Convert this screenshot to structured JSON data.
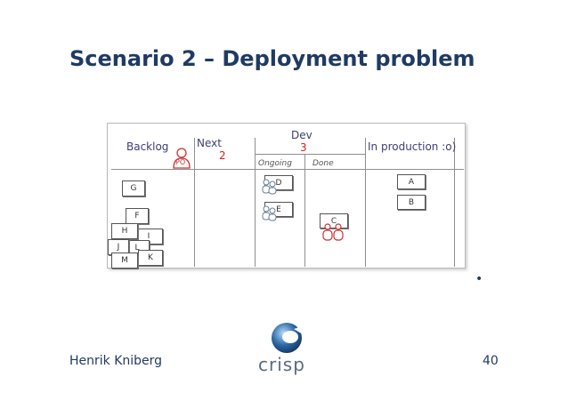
{
  "slide": {
    "title": "Scenario 2 – Deployment problem",
    "author": "Henrik Kniberg",
    "page_number": "40",
    "logo_text": "crisp",
    "bullet": "•"
  },
  "board": {
    "columns": {
      "backlog": "Backlog",
      "next": "Next",
      "next_limit": "2",
      "dev": "Dev",
      "dev_limit": "3",
      "ongoing": "Ongoing",
      "done": "Done",
      "production": "In production :o)"
    },
    "po_label": "PO",
    "cards": {
      "G": "G",
      "F": "F",
      "H": "H",
      "I": "I",
      "J": "J",
      "L": "L",
      "M": "M",
      "K": "K",
      "D": "D",
      "E": "E",
      "C": "C",
      "A": "A",
      "B": "B"
    }
  },
  "colors": {
    "title": "#1f3b63",
    "limit": "#d42020",
    "people": "#c83232",
    "logo_blue": "#2d6aa8"
  }
}
